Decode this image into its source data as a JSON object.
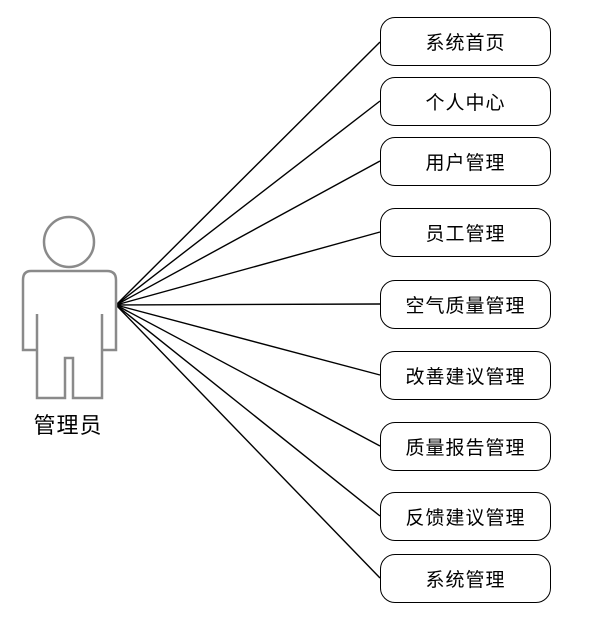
{
  "actor": {
    "label": "管理员",
    "icon": "stick-figure-actor-icon"
  },
  "use_cases": [
    {
      "label": "系统首页"
    },
    {
      "label": "个人中心"
    },
    {
      "label": "用户管理"
    },
    {
      "label": "员工管理"
    },
    {
      "label": "空气质量管理"
    },
    {
      "label": "改善建议管理"
    },
    {
      "label": "质量报告管理"
    },
    {
      "label": "反馈建议管理"
    },
    {
      "label": "系统管理"
    }
  ],
  "colors": {
    "stroke": "#000000",
    "actor_outline": "#8a8a8a",
    "background": "#ffffff"
  }
}
